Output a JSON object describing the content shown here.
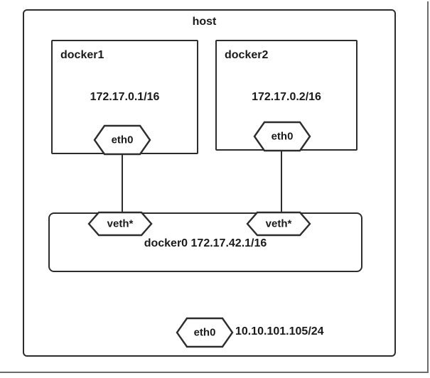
{
  "host": {
    "label": "host"
  },
  "containers": [
    {
      "name": "docker1",
      "ip": "172.17.0.1/16",
      "interface": "eth0"
    },
    {
      "name": "docker2",
      "ip": "172.17.0.2/16",
      "interface": "eth0"
    }
  ],
  "bridge": {
    "label": "docker0 172.17.42.1/16",
    "ports": [
      "veth*",
      "veth*"
    ]
  },
  "host_interface": {
    "name": "eth0",
    "ip": "10.10.101.105/24"
  },
  "colors": {
    "border": "#2d2d2d",
    "text": "#1a1a1a",
    "shadow": "#6b6b6b",
    "background": "#ffffff"
  }
}
